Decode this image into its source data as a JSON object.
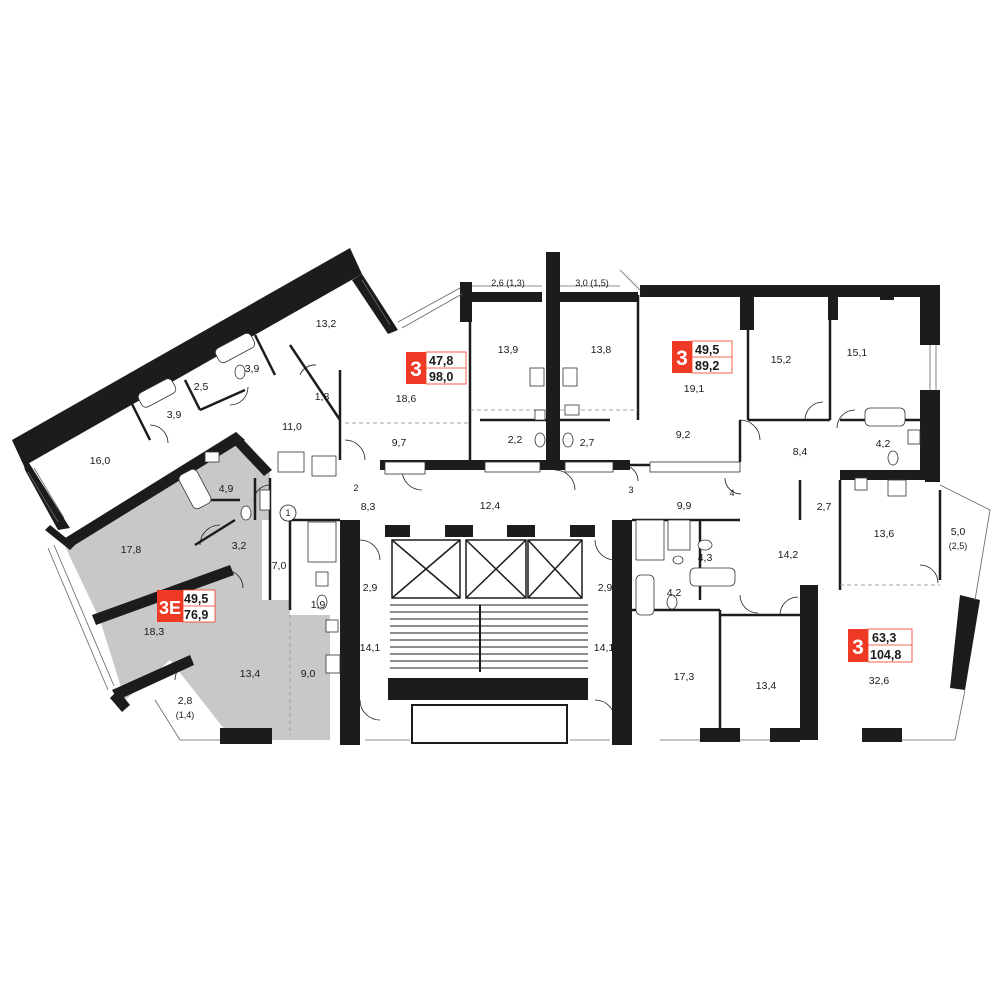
{
  "apartments": [
    {
      "rooms_badge": "3",
      "living_area": "47,8",
      "total_area": "98,0",
      "accent": "#ee3a24"
    },
    {
      "rooms_badge": "3",
      "living_area": "49,5",
      "total_area": "89,2",
      "accent": "#ee3a24"
    },
    {
      "rooms_badge": "3Е",
      "living_area": "49,5",
      "total_area": "76,9",
      "accent": "#ee3a24",
      "highlighted": true,
      "highlight_color": "#c8c8c8"
    },
    {
      "rooms_badge": "3",
      "living_area": "63,3",
      "total_area": "104,8",
      "accent": "#ee3a24"
    }
  ],
  "rooms": {
    "r_13_2": "13,2",
    "r_3_9a": "3,9",
    "r_2_5": "2,5",
    "r_3_9b": "3,9",
    "r_16_0": "16,0",
    "r_1_8": "1,8",
    "r_11_0": "11,0",
    "r_18_6": "18,6",
    "r_9_7": "9,7",
    "r_13_9": "13,9",
    "r_2_6": "2,6 (1,3)",
    "r_3_0": "3,0 (1,5)",
    "r_13_8": "13,8",
    "r_2_2": "2,2",
    "r_2_7a": "2,7",
    "r_19_1": "19,1",
    "r_9_2": "9,2",
    "r_15_2": "15,2",
    "r_15_1": "15,1",
    "r_8_4": "8,4",
    "r_4_2a": "4,2",
    "r_4_9": "4,9",
    "r_17_8": "17,8",
    "r_3_2": "3,2",
    "r_7_0": "7,0",
    "r_1_9": "1,9",
    "r_18_3": "18,3",
    "r_13_4a": "13,4",
    "r_9_0": "9,0",
    "r_2_8": "2,8",
    "r_1_4": "(1,4)",
    "r_8_3": "8,3",
    "r_12_4": "12,4",
    "r_9_9": "9,9",
    "r_2_9a": "2,9",
    "r_2_9b": "2,9",
    "r_14_1a": "14,1",
    "r_14_1b": "14,1",
    "r_2_7b": "2,7",
    "r_13_6": "13,6",
    "r_5_0": "5,0",
    "r_2_5b": "(2,5)",
    "r_4_3": "4,3",
    "r_14_2": "14,2",
    "r_4_2b": "4,2",
    "r_17_3": "17,3",
    "r_13_4b": "13,4",
    "r_32_6": "32,6"
  },
  "door_markers": {
    "d1": "1",
    "d2": "2",
    "d3": "3",
    "d4": "4"
  }
}
